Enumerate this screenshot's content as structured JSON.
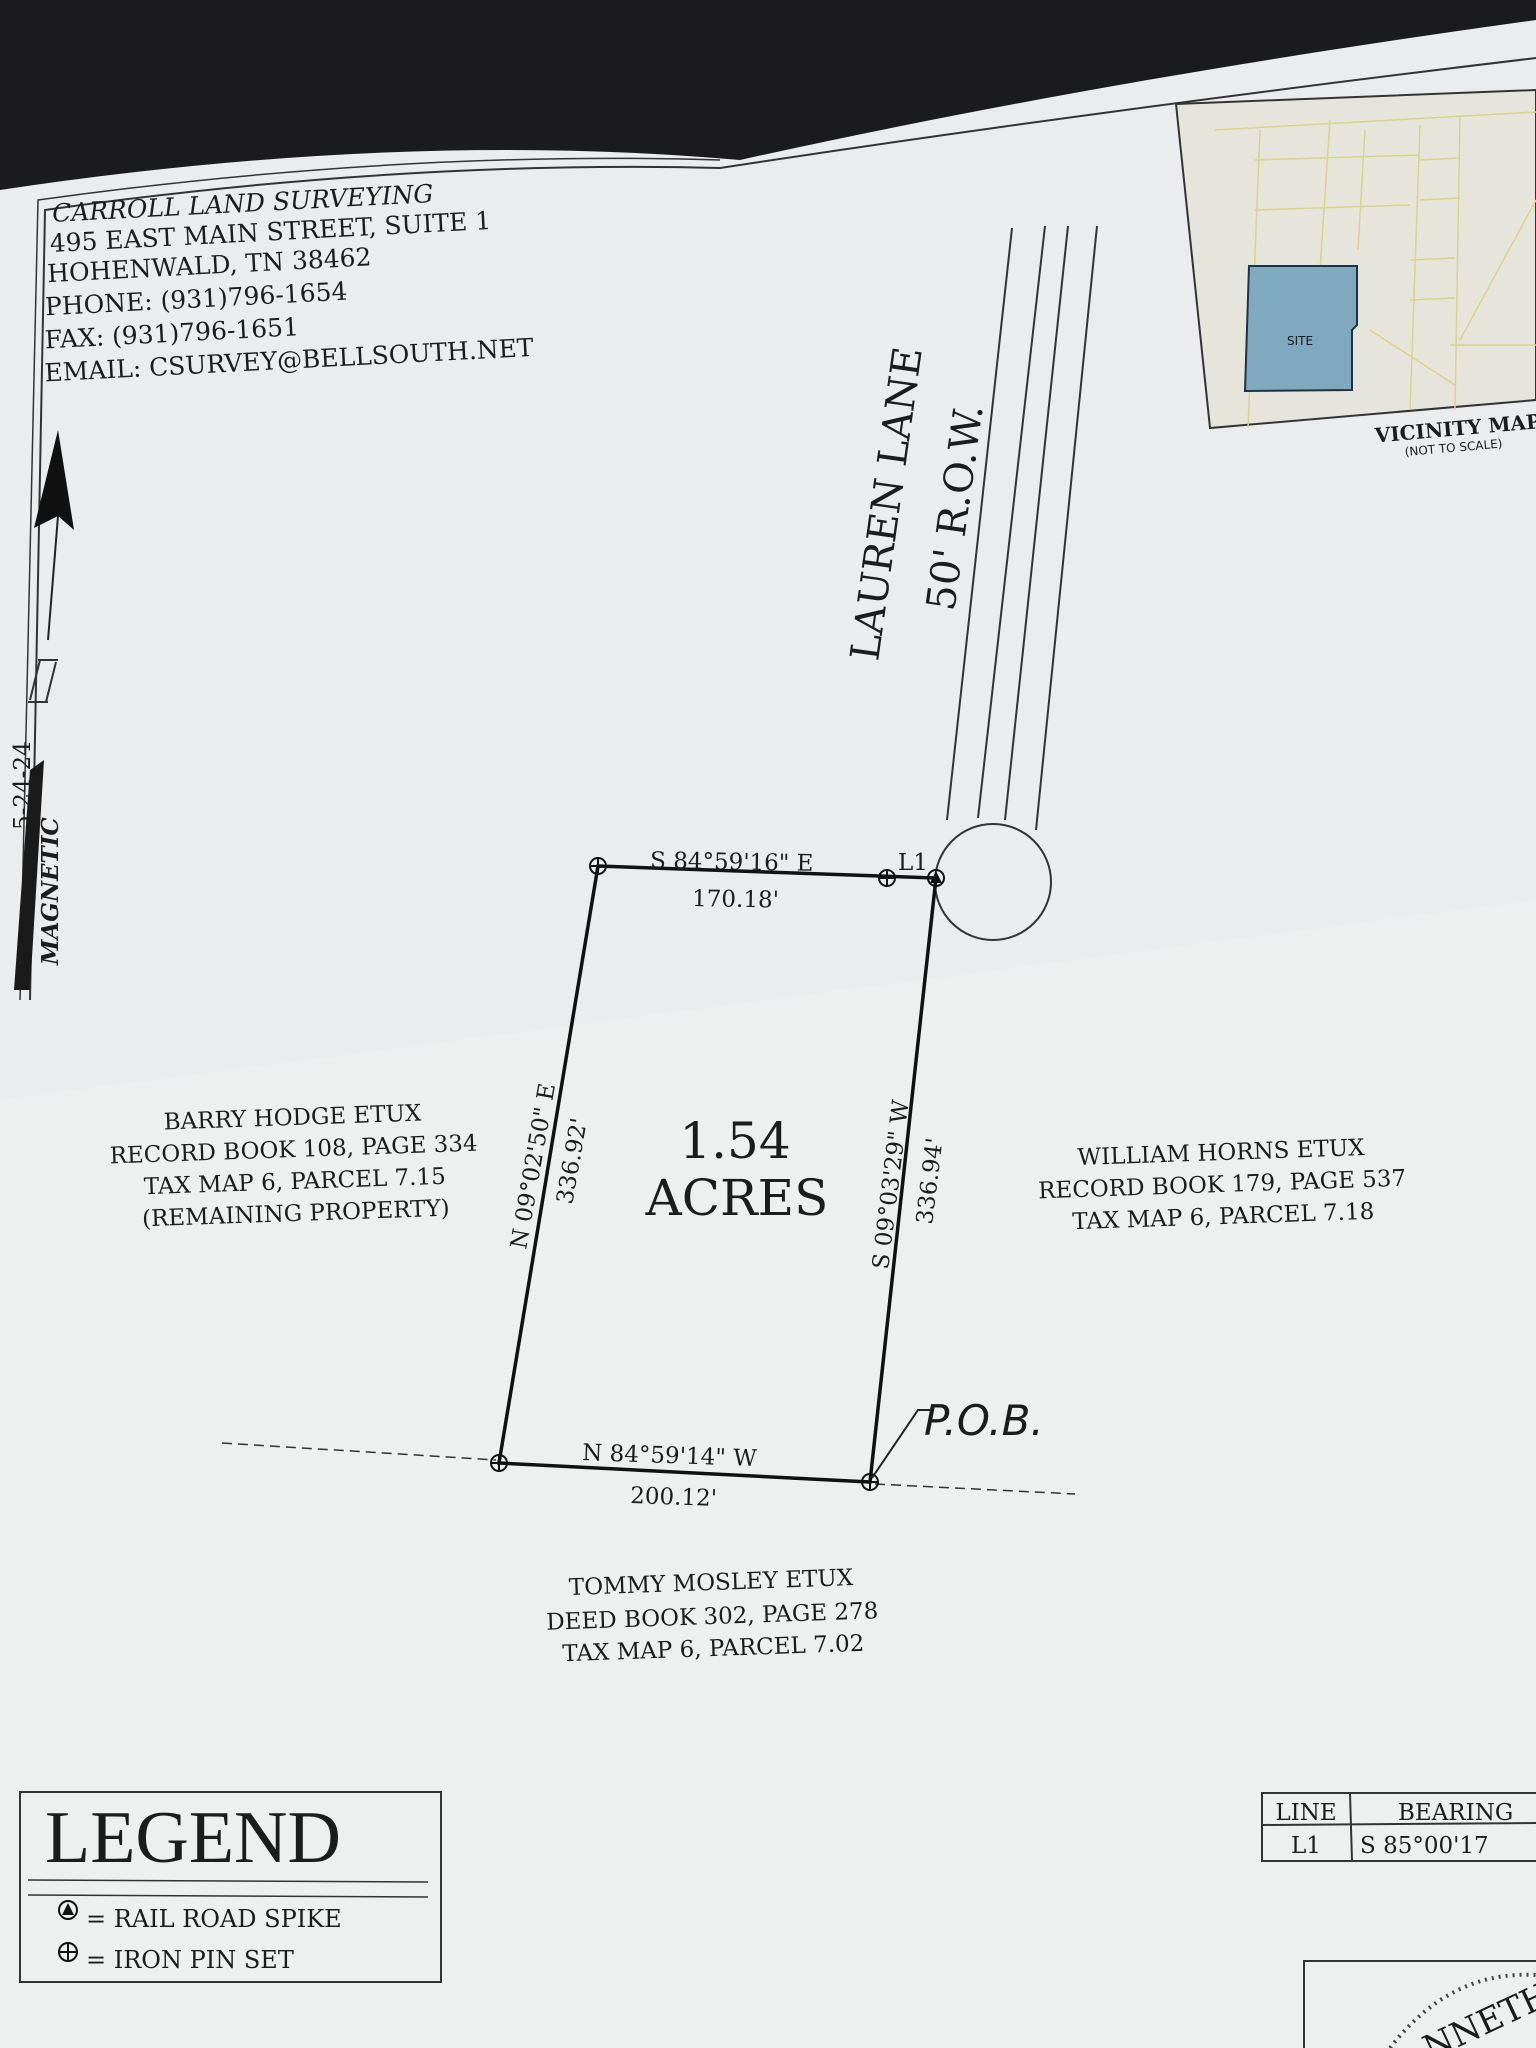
{
  "surveyor": {
    "name": "CARROLL LAND SURVEYING",
    "address": "495 EAST MAIN STREET, SUITE 1",
    "city": "HOHENWALD, TN 38462",
    "phone": "PHONE: (931)796-1654",
    "fax": "FAX: (931)796-1651",
    "email": "EMAIL: CSURVEY@BELLSOUTH.NET"
  },
  "north_arrow": {
    "type": "MAGNETIC",
    "date": "5-24-24",
    "icon": "north-arrow-icon"
  },
  "road": {
    "name": "LAUREN LANE",
    "row": "50' R.O.W."
  },
  "parcel": {
    "area_value": "1.54",
    "area_unit": "ACRES"
  },
  "boundary": {
    "north": {
      "bearing": "S 84°59'16\" E",
      "distance": "170.18'"
    },
    "east": {
      "bearing": "S 09°03'29\" W",
      "distance": "336.94'"
    },
    "south": {
      "bearing": "N 84°59'14\" W",
      "distance": "200.12'"
    },
    "west": {
      "bearing": "N 09°02'50\" E",
      "distance": "336.92'"
    },
    "l1_label": "L1",
    "pob": "P.O.B."
  },
  "adjoiners": {
    "west": [
      "BARRY HODGE ETUX",
      "RECORD BOOK 108, PAGE 334",
      "TAX MAP 6, PARCEL 7.15",
      "(REMAINING PROPERTY)"
    ],
    "east": [
      "WILLIAM HORNS ETUX",
      "RECORD BOOK 179, PAGE 537",
      "TAX MAP 6, PARCEL 7.18"
    ],
    "south": [
      "TOMMY MOSLEY ETUX",
      "DEED BOOK 302, PAGE 278",
      "TAX MAP 6, PARCEL 7.02"
    ]
  },
  "vicinity_map": {
    "title": "VICINITY MAP",
    "subtitle": "(NOT TO SCALE)",
    "site_label": "SITE",
    "site_color": "#7fa9bf",
    "parcel_line_color": "#d8d48a"
  },
  "legend": {
    "title": "LEGEND",
    "items": [
      {
        "icon": "rail-road-spike-icon",
        "label": "= RAIL ROAD SPIKE"
      },
      {
        "icon": "iron-pin-set-icon",
        "label": "= IRON PIN SET"
      }
    ]
  },
  "line_table": {
    "headers": [
      "LINE",
      "BEARING"
    ],
    "rows": [
      [
        "L1",
        "S 85°00'17"
      ]
    ]
  },
  "seal": {
    "partial_text": "NNETH"
  }
}
